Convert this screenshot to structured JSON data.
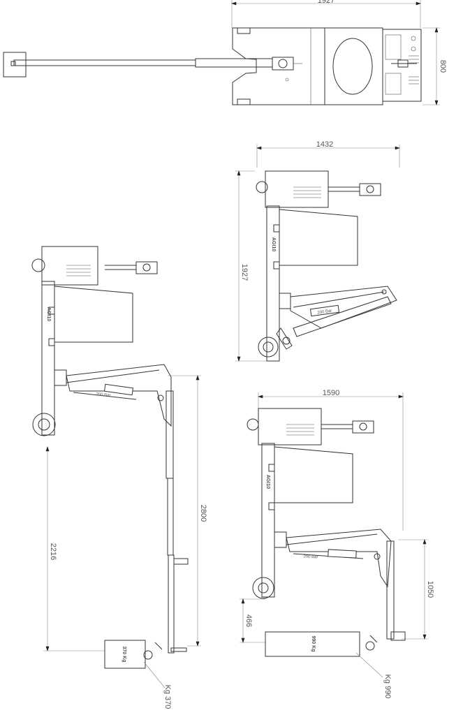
{
  "colors": {
    "line": "#333333",
    "dimension": "#888888",
    "text": "#555555"
  },
  "top_view": {
    "width_dim": "1927",
    "depth_dim": "800"
  },
  "view_max_reach": {
    "height_dim": "2216",
    "reach_dim": "2800",
    "load_text": "Kg 370",
    "pressure": "200 Bar"
  },
  "view_folded": {
    "width_dim": "1432",
    "height_dim": "1927",
    "pressure": "200 Bar"
  },
  "view_max_load": {
    "width_dim": "1590",
    "lower_dim": "466",
    "hook_dim": "1050",
    "load_text": "Kg 990",
    "pressure": "200 Bar"
  }
}
